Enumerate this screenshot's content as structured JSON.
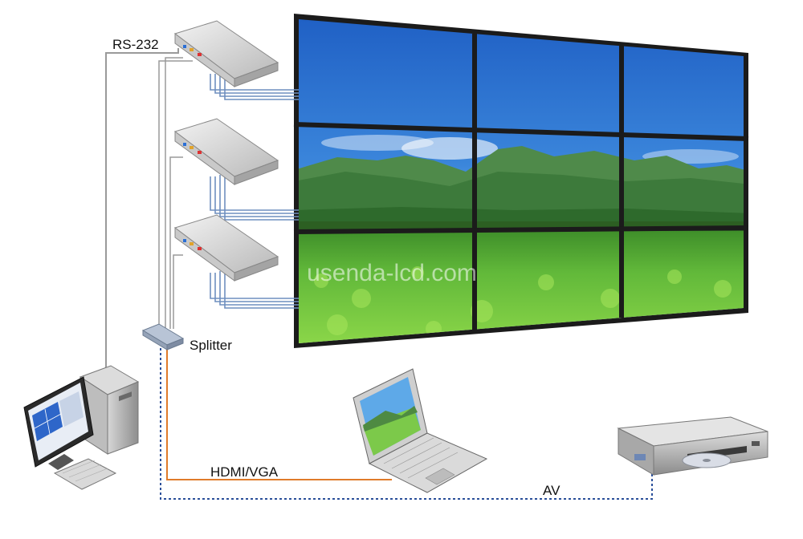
{
  "labels": {
    "rs232": "RS-232",
    "splitter": "Splitter",
    "hdmi_vga": "HDMI/VGA",
    "av": "AV"
  },
  "watermark": "usenda-lcd.com",
  "devices": {
    "controller_count": 3,
    "video_wall_grid": "3x3"
  },
  "colors": {
    "rs232_cable": "#9a9a9a",
    "video_cable": "#6f8fbf",
    "hdmi_cable": "#e07b2a",
    "av_cable": "#2a4f9a",
    "bezel": "#1b1b1b"
  }
}
